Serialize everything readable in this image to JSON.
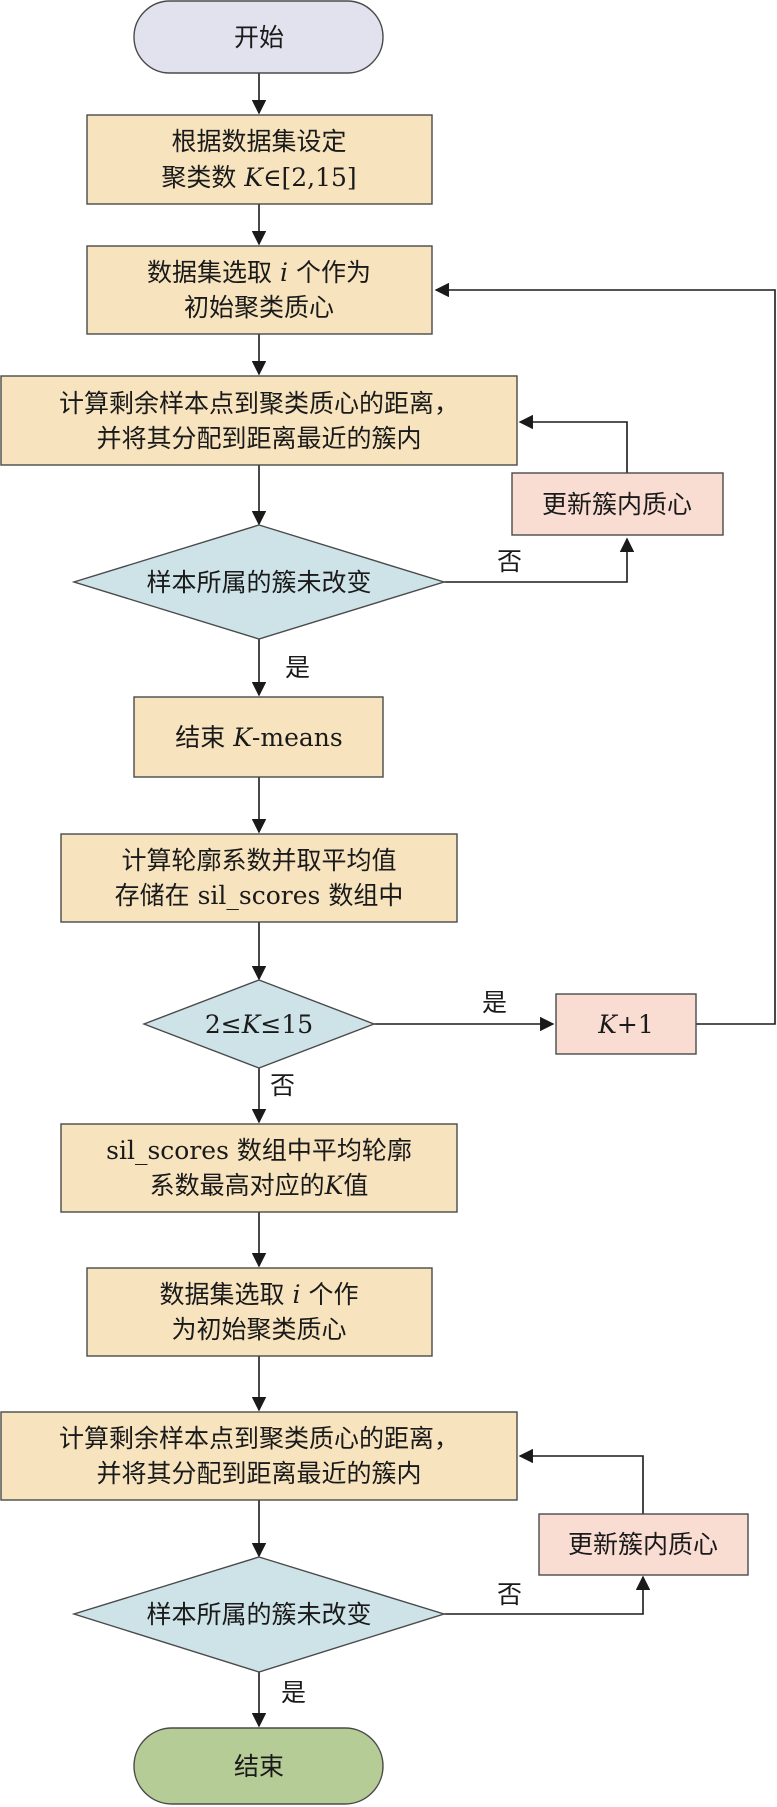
{
  "colors": {
    "process_fill": "#f7e4bf",
    "update_fill": "#f9ddd3",
    "decision_fill": "#cde3e8",
    "start_fill": "#e2e1ee",
    "end_fill": "#b6cc96",
    "stroke": "#4a4a4a"
  },
  "nodes": {
    "start": {
      "text": "开始"
    },
    "set_k": {
      "line1": "根据数据集设定",
      "line2_pre": "聚类数 ",
      "line2_k": "K",
      "line2_post": "∈[2,15]"
    },
    "select_1": {
      "line1_pre": "数据集选取 ",
      "line1_i": "i",
      "line1_post": " 个作为",
      "line2": "初始聚类质心"
    },
    "assign_1": {
      "line1": "计算剩余样本点到聚类质心的距离，",
      "line2": "并将其分配到距离最近的簇内"
    },
    "update_1": {
      "text": "更新簇内质心"
    },
    "check_1": {
      "text": "样本所属的簇未改变"
    },
    "end_kmeans": {
      "pre": "结束 ",
      "k": "K",
      "post": "-means"
    },
    "silhouette": {
      "line1": "计算轮廓系数并取平均值",
      "line2": "存储在 sil_scores 数组中"
    },
    "k_range": {
      "pre": "2≤",
      "k": "K",
      "post": "≤15"
    },
    "k_plus": {
      "k": "K",
      "post": "+1"
    },
    "best_k": {
      "line1": "sil_scores 数组中平均轮廓",
      "line2_pre": "系数最高对应的",
      "line2_k": "K",
      "line2_post": "值"
    },
    "select_2": {
      "line1_pre": "数据集选取 ",
      "line1_i": "i",
      "line1_post": " 个作",
      "line2": "为初始聚类质心"
    },
    "assign_2": {
      "line1": "计算剩余样本点到聚类质心的距离，",
      "line2": "并将其分配到距离最近的簇内"
    },
    "update_2": {
      "text": "更新簇内质心"
    },
    "check_2": {
      "text": "样本所属的簇未改变"
    },
    "end": {
      "text": "结束"
    }
  },
  "edge_labels": {
    "check_1_no": "否",
    "check_1_yes": "是",
    "k_range_yes": "是",
    "k_range_no": "否",
    "check_2_no": "否",
    "check_2_yes": "是"
  }
}
